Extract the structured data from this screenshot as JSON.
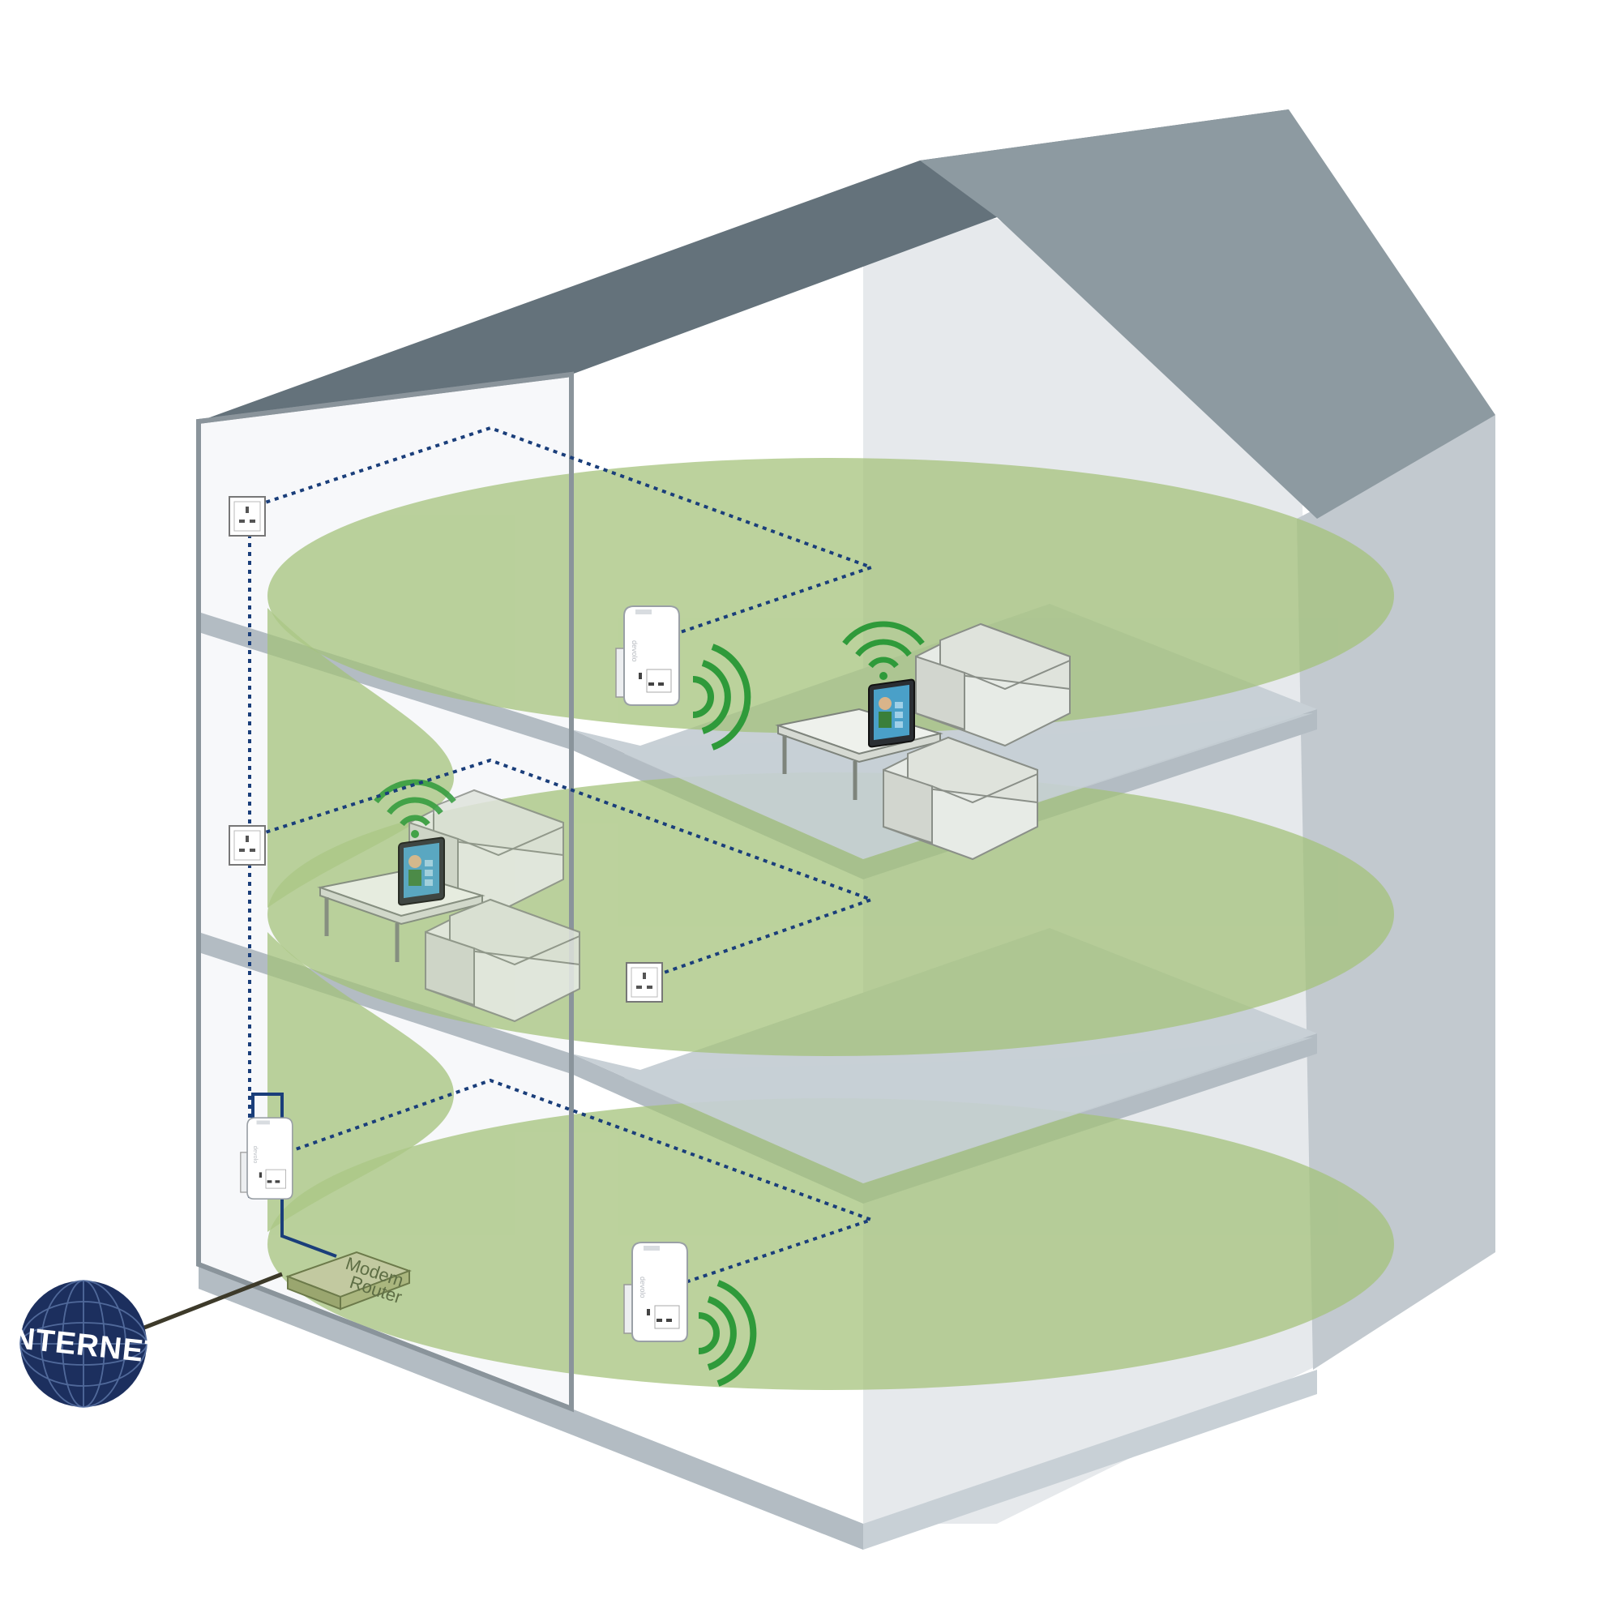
{
  "internet": {
    "label": "INTERNET"
  },
  "router": {
    "line1": "Modem",
    "line2": "Router"
  },
  "adapter": {
    "brand": "devolo"
  },
  "colors": {
    "roof_dark": "#64727b",
    "roof_side": "#8d9aa1",
    "wall_light": "#e6e9ec",
    "wall_side": "#c2c9cf",
    "floor_slab": "#c8d0d6",
    "wifi_zone": "#a4c27a",
    "signal_green": "#2f9a3a",
    "network_line": "#1a3e7a",
    "globe_navy": "#1c2f5e"
  }
}
